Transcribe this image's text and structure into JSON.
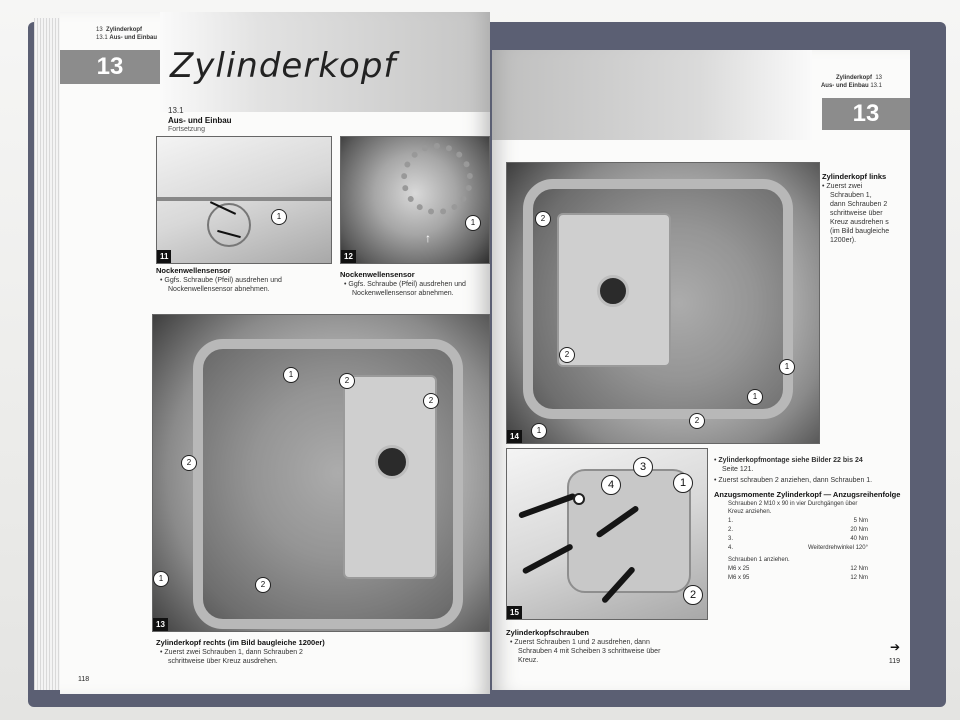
{
  "left_page": {
    "breadcrumb_num1": "13",
    "breadcrumb_label1": "Zylinderkopf",
    "breadcrumb_num2": "13.1",
    "breadcrumb_label2": "Aus- und Einbau",
    "chapter_number": "13",
    "chapter_title": "Zylinderkopf",
    "section_number": "13.1",
    "section_title": "Aus- und Einbau",
    "section_subtitle": "Fortsetzung",
    "figures": [
      {
        "number": "11",
        "callouts": [
          "1"
        ]
      },
      {
        "number": "12",
        "callouts": [
          "1"
        ]
      },
      {
        "number": "13",
        "callouts": [
          "1",
          "2",
          "2",
          "2",
          "2",
          "1"
        ]
      }
    ],
    "captions": [
      {
        "title": "Nockenwellensensor",
        "lines": [
          "Ggfs. Schraube (Pfeil) ausdrehen und",
          "Nockenwellensensor abnehmen."
        ]
      },
      {
        "title": "Nockenwellensensor",
        "lines": [
          "Ggfs. Schraube (Pfeil) ausdrehen und",
          "Nockenwellensensor abnehmen."
        ]
      },
      {
        "title": "Zylinderkopf rechts (im Bild baugleiche 1200er)",
        "lines": [
          "Zuerst zwei Schrauben 1, dann Schrauben 2",
          "schrittweise über Kreuz ausdrehen."
        ]
      }
    ],
    "page_number": "118"
  },
  "right_page": {
    "breadcrumb_label1": "Zylinderkopf",
    "breadcrumb_num1": "13",
    "breadcrumb_label2": "Aus- und Einbau",
    "breadcrumb_num2": "13.1",
    "chapter_number": "13",
    "figures": [
      {
        "number": "14",
        "callouts": [
          "2",
          "2",
          "1",
          "2",
          "1",
          "1"
        ]
      },
      {
        "number": "15",
        "callouts": [
          "3",
          "4",
          "1",
          "2"
        ]
      }
    ],
    "side_caption": {
      "title": "Zylinderkopf links",
      "lines": [
        "Zuerst zwei",
        "Schrauben 1,",
        "dann Schrauben 2",
        "schrittweise über",
        "Kreuz ausdrehen s",
        "(im Bild baugleiche",
        "1200er)."
      ]
    },
    "montage": {
      "line1": "Zylinderkopfmontage siehe Bilder 22 bis 24",
      "line2": "Seite 121.",
      "line3": "Zuerst schrauben 2 anziehen, dann Schrauben 1."
    },
    "torque": {
      "title": "Anzugsmomente Zylinderkopf — Anzugsreihenfolge",
      "intro1": "Schrauben 2 M10 x 90 in vier Durchgängen über",
      "intro2": "Kreuz anziehen.",
      "rows": [
        {
          "label": "1.",
          "value": "5 Nm"
        },
        {
          "label": "2.",
          "value": "20 Nm"
        },
        {
          "label": "3.",
          "value": "40 Nm"
        },
        {
          "label": "4.",
          "value": "Weiterdrehwinkel 120°"
        }
      ],
      "note": "Schrauben 1 anziehen.",
      "rows2": [
        {
          "label": "M6 x 25",
          "value": "12 Nm"
        },
        {
          "label": "M6 x 95",
          "value": "12 Nm"
        }
      ]
    },
    "bottom_caption": {
      "title": "Zylinderkopfschrauben",
      "lines": [
        "Zuerst Schrauben 1 und 2 ausdrehen, dann",
        "Schrauben 4 mit Scheiben 3 schrittweise über",
        "Kreuz."
      ]
    },
    "page_number": "119",
    "next_arrow": "➔"
  }
}
